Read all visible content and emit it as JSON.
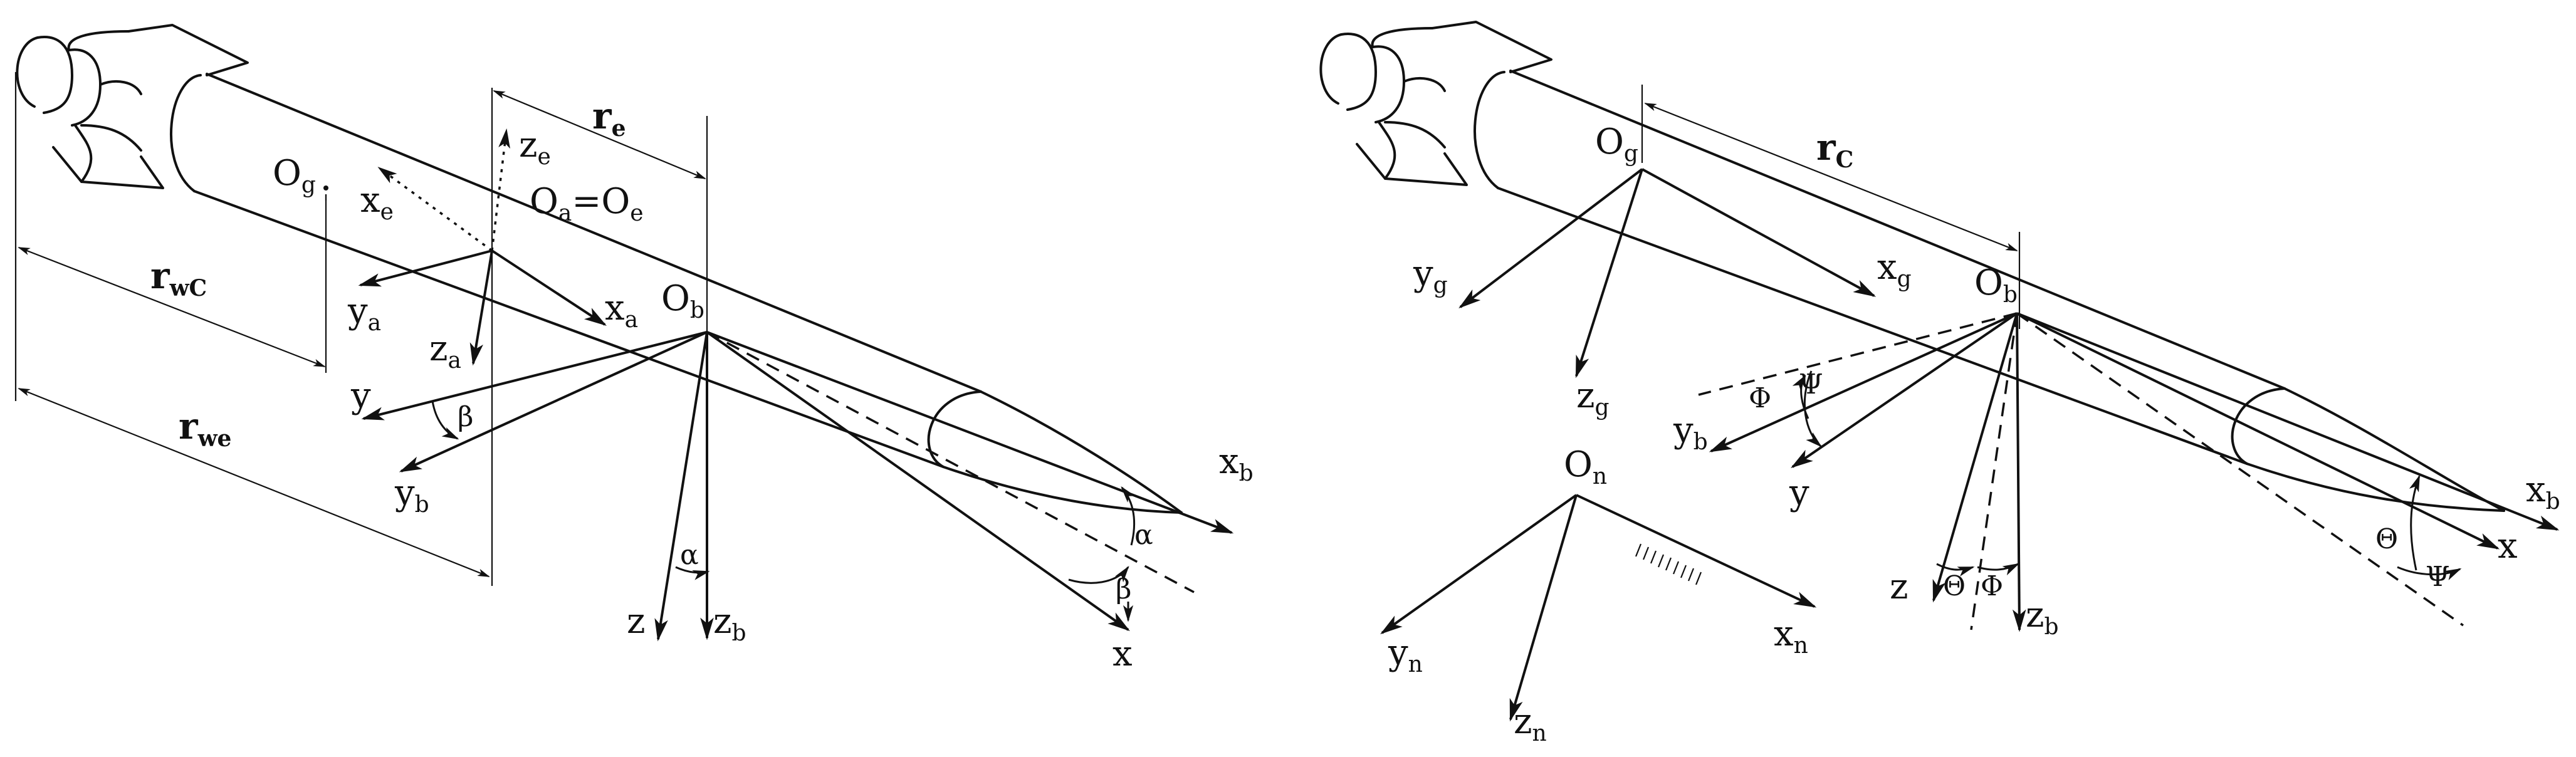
{
  "left": {
    "origins": {
      "Og": [
        "O",
        "g"
      ],
      "Ob": [
        "O",
        "b"
      ],
      "OaOe": "O",
      "OaSub": "a",
      "OeEq": "=O",
      "OeSub": "e"
    },
    "axes": {
      "xe": [
        "x",
        "e"
      ],
      "ze": [
        "z",
        "e"
      ],
      "ya": [
        "y",
        "a"
      ],
      "za": [
        "z",
        "a"
      ],
      "xa": [
        "x",
        "a"
      ],
      "y": "y",
      "yb": [
        "y",
        "b"
      ],
      "z": "z",
      "zb": [
        "z",
        "b"
      ],
      "x": "x",
      "xb": [
        "x",
        "b"
      ]
    },
    "dims": {
      "re": [
        "r",
        "e"
      ],
      "rwc": [
        "r",
        "wC"
      ],
      "rwe": [
        "r",
        "we"
      ]
    },
    "angles": {
      "beta1": "β",
      "alpha1": "α",
      "alpha2": "α",
      "beta2": "β"
    }
  },
  "right": {
    "origins": {
      "Og": [
        "O",
        "g"
      ],
      "Ob": [
        "O",
        "b"
      ],
      "On": [
        "O",
        "n"
      ]
    },
    "axes": {
      "yg": [
        "y",
        "g"
      ],
      "zg": [
        "z",
        "g"
      ],
      "xg": [
        "x",
        "g"
      ],
      "yb": [
        "y",
        "b"
      ],
      "y": "y",
      "z": "z",
      "zb": [
        "z",
        "b"
      ],
      "xb": [
        "x",
        "b"
      ],
      "x": "x",
      "yn": [
        "y",
        "n"
      ],
      "zn": [
        "z",
        "n"
      ],
      "xn": [
        "x",
        "n"
      ]
    },
    "dims": {
      "rc": [
        "r",
        "C"
      ]
    },
    "angles": {
      "phi1": "Φ",
      "psi1": "Ψ",
      "theta1": "Θ",
      "phi2": "Φ",
      "theta2": "Θ",
      "psi2": "Ψ"
    }
  }
}
